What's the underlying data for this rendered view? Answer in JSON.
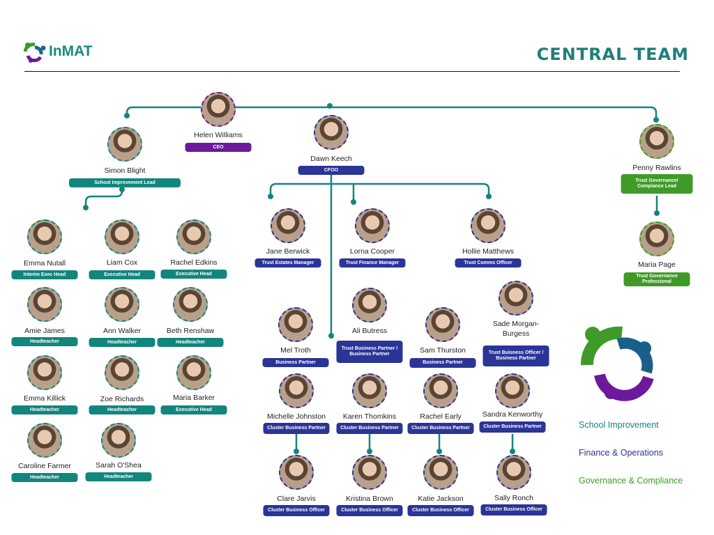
{
  "header": {
    "logo": "InMAT",
    "title": "CENTRAL TEAM"
  },
  "colors": {
    "school": "#12857c",
    "ceo": "#6a1a9a",
    "finance": "#2b3497",
    "governance": "#3f9a27"
  },
  "people": [
    {
      "name": "Helen Williams",
      "role": "CEO",
      "team": "ceo"
    },
    {
      "name": "Simon Blight",
      "role": "School Improvement Lead",
      "team": "school"
    },
    {
      "name": "Dawn Keech",
      "role": "CFOO",
      "team": "finance"
    },
    {
      "name": "Penny Rawlins",
      "role": "Trust Governance/ Compiance Lead",
      "team": "governance"
    },
    {
      "name": "Maria Page",
      "role": "Trust Governance Professional",
      "team": "governance"
    },
    {
      "name": "Emma Nutall",
      "role": "Interim Exec Head",
      "team": "school"
    },
    {
      "name": "Liam Cox",
      "role": "Executive Head",
      "team": "school"
    },
    {
      "name": "Rachel Edkins",
      "role": "Executive Head",
      "team": "school"
    },
    {
      "name": "Amie James",
      "role": "Headteacher",
      "team": "school"
    },
    {
      "name": "Ann Walker",
      "role": "Headteacher",
      "team": "school"
    },
    {
      "name": "Beth Renshaw",
      "role": "Headteacher",
      "team": "school"
    },
    {
      "name": "Emma Killick",
      "role": "Headteacher",
      "team": "school"
    },
    {
      "name": "Zoe Richards",
      "role": "Headteacher",
      "team": "school"
    },
    {
      "name": "Maria Barker",
      "role": "Executive Head",
      "team": "school"
    },
    {
      "name": "Caroline Farmer",
      "role": "Headteacher",
      "team": "school"
    },
    {
      "name": "Sarah O'Shea",
      "role": "Headteacher",
      "team": "school"
    },
    {
      "name": "Jane Berwick",
      "role": "Trust Estates Manager",
      "team": "finance"
    },
    {
      "name": "Lorna Cooper",
      "role": "Trust Finance Manager",
      "team": "finance"
    },
    {
      "name": "Hollie Matthews",
      "role": "Trust Comms Officer",
      "team": "finance"
    },
    {
      "name": "Mel Troth",
      "role": "Business Partner",
      "team": "finance"
    },
    {
      "name": "Ali Butress",
      "role": "Trust Business Partner / Business Partner",
      "team": "finance"
    },
    {
      "name": "Sam Thurston",
      "role": "Business Partner",
      "team": "finance"
    },
    {
      "name": "Sade Morgan-Burgess",
      "role": "Trust Buisness Officer / Business Partner",
      "team": "finance"
    },
    {
      "name": "Michelle Johnston",
      "role": "Cluster Business Partner",
      "team": "finance"
    },
    {
      "name": "Karen Thomkins",
      "role": "Cluster Business Partner",
      "team": "finance"
    },
    {
      "name": "Rachel Early",
      "role": "Cluster Business Partner",
      "team": "finance"
    },
    {
      "name": "Sandra Kenworthy",
      "role": "Cluster Business Partner",
      "team": "finance"
    },
    {
      "name": "Clare Jarvis",
      "role": "Cluster Business Officer",
      "team": "finance"
    },
    {
      "name": "Kristina Brown",
      "role": "Cluster Business Officer",
      "team": "finance"
    },
    {
      "name": "Katie Jackson",
      "role": "Cluster Business Officer",
      "team": "finance"
    },
    {
      "name": "Sally Ronch",
      "role": "Cluster Business Officer",
      "team": "finance"
    }
  ],
  "legend": [
    {
      "label": "School Improvement",
      "team": "school"
    },
    {
      "label": "Finance & Operations",
      "team": "finance"
    },
    {
      "label": "Governance & Compliance",
      "team": "governance"
    }
  ]
}
